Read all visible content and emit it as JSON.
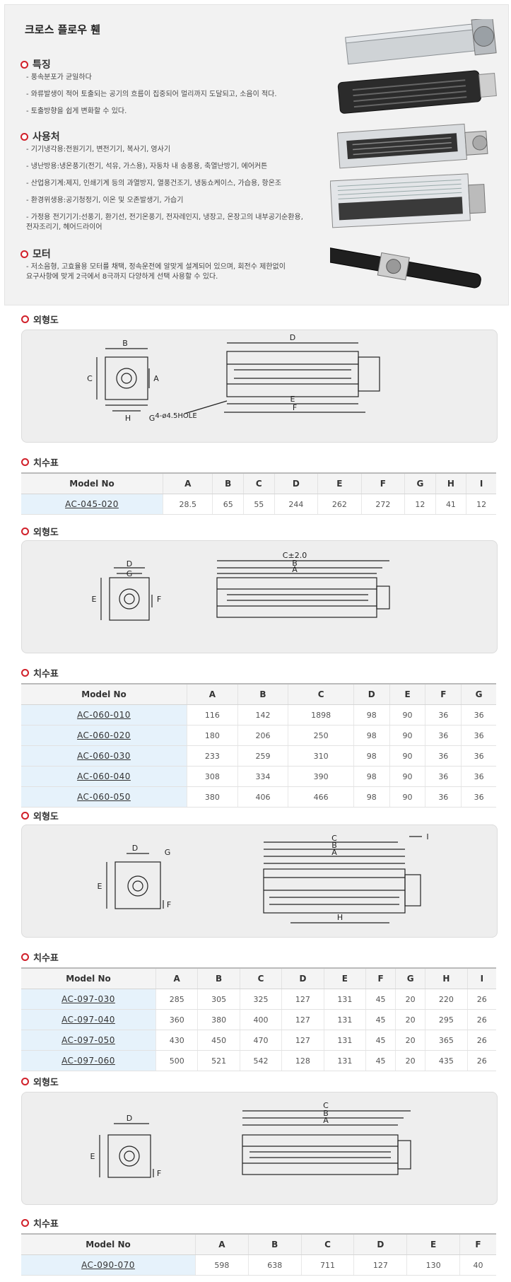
{
  "intro": {
    "title": "크로스 플로우 휀",
    "features": {
      "heading": "특징",
      "items": [
        "- 풍속분포가 균일하다",
        "- 와류발생이 적어 토출되는 공기의 흐름이 집중되어 멀리까지 도달되고, 소음이 적다.",
        "- 토출방향을 쉽게 변화할 수 있다."
      ]
    },
    "uses": {
      "heading": "사용처",
      "items": [
        "- 기기냉각용:전원기기, 변전기기, 복사기, 영사기",
        "- 냉난방용:냉온풍기(전기, 석유, 가스용), 자동차 내 송풍용, 축열난방기, 에어커튼",
        "- 산업용기계:제지, 인쇄기계 등의 과열방지, 열풍건조기, 냉동쇼케이스, 가습용, 항온조",
        "- 환경위생용:공기청정기, 이온 및 오존발생기, 가습기",
        "- 가정용 전기기기:선풍기, 환기선, 전기온풍기, 전자레인지, 냉장고, 온장고의 내부공기순환용,",
        "  전자조리기, 헤어드라이어"
      ]
    },
    "motor": {
      "heading": "모터",
      "items": [
        "- 저소음형, 고효율용 모터를 채택, 정속운전에 알맞게 설계되어 있으며, 회전수 제한없이",
        "  요구사항에 맞게 2극에서 8극까지 다양하게 선택 사용할 수 있다."
      ]
    }
  },
  "headings": {
    "outline": "외형도",
    "dimension": "치수표"
  },
  "drawing1": {
    "labels": [
      "B",
      "C",
      "A",
      "H",
      "G",
      "D",
      "E",
      "F",
      "4-ø4.5HOLE"
    ]
  },
  "drawing2": {
    "labels": [
      "D",
      "G",
      "E",
      "F",
      "C±2.0",
      "B",
      "A"
    ]
  },
  "drawing3": {
    "labels": [
      "D",
      "G",
      "E",
      "F",
      "C",
      "B",
      "A",
      "I",
      "H"
    ]
  },
  "drawing4": {
    "labels": [
      "D",
      "E",
      "F",
      "C",
      "B",
      "A"
    ]
  },
  "table1": {
    "headers": [
      "Model No",
      "A",
      "B",
      "C",
      "D",
      "E",
      "F",
      "G",
      "H",
      "I"
    ],
    "rows": [
      [
        "AC-045-020",
        "28.5",
        "65",
        "55",
        "244",
        "262",
        "272",
        "12",
        "41",
        "12"
      ]
    ]
  },
  "table2": {
    "headers": [
      "Model No",
      "A",
      "B",
      "C",
      "D",
      "E",
      "F",
      "G"
    ],
    "rows": [
      [
        "AC-060-010",
        "116",
        "142",
        "1898",
        "98",
        "90",
        "36",
        "36"
      ],
      [
        "AC-060-020",
        "180",
        "206",
        "250",
        "98",
        "90",
        "36",
        "36"
      ],
      [
        "AC-060-030",
        "233",
        "259",
        "310",
        "98",
        "90",
        "36",
        "36"
      ],
      [
        "AC-060-040",
        "308",
        "334",
        "390",
        "98",
        "90",
        "36",
        "36"
      ],
      [
        "AC-060-050",
        "380",
        "406",
        "466",
        "98",
        "90",
        "36",
        "36"
      ]
    ]
  },
  "table3": {
    "headers": [
      "Model No",
      "A",
      "B",
      "C",
      "D",
      "E",
      "F",
      "G",
      "H",
      "I"
    ],
    "rows": [
      [
        "AC-097-030",
        "285",
        "305",
        "325",
        "127",
        "131",
        "45",
        "20",
        "220",
        "26"
      ],
      [
        "AC-097-040",
        "360",
        "380",
        "400",
        "127",
        "131",
        "45",
        "20",
        "295",
        "26"
      ],
      [
        "AC-097-050",
        "430",
        "450",
        "470",
        "127",
        "131",
        "45",
        "20",
        "365",
        "26"
      ],
      [
        "AC-097-060",
        "500",
        "521",
        "542",
        "128",
        "131",
        "45",
        "20",
        "435",
        "26"
      ]
    ]
  },
  "table4": {
    "headers": [
      "Model No",
      "A",
      "B",
      "C",
      "D",
      "E",
      "F"
    ],
    "rows": [
      [
        "AC-090-070",
        "598",
        "638",
        "711",
        "127",
        "130",
        "40"
      ]
    ]
  }
}
